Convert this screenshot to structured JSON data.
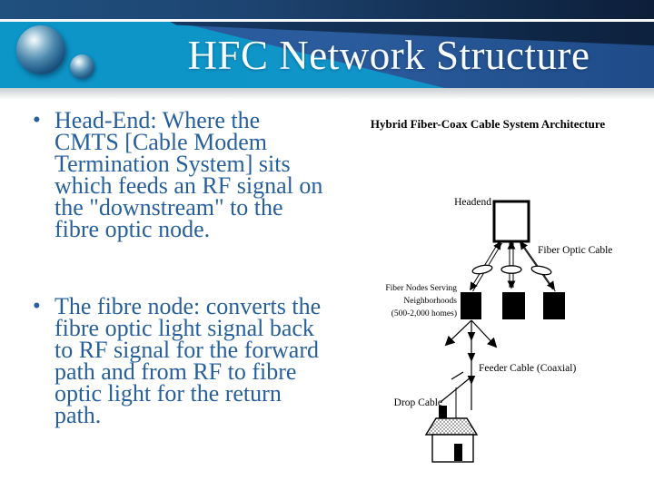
{
  "header": {
    "title": "HFC Network Structure"
  },
  "bullet_char": "•",
  "bullets": [
    {
      "lines": [
        "Head-End: Where the",
        "CMTS [Cable Modem",
        "Termination System] sits",
        "which feeds an RF signal on",
        "the \"downstream\" to the",
        "fibre optic node."
      ]
    },
    {
      "lines": [
        "The fibre node: converts the",
        "fibre optic light signal back",
        "to RF signal for the forward",
        "path and from RF to fibre",
        "optic light for the return",
        "path."
      ]
    }
  ],
  "diagram": {
    "title": "Hybrid Fiber-Coax Cable System Architecture",
    "labels": {
      "headend": "Headend",
      "fiber_optic_cable": "Fiber Optic Cable",
      "fiber_nodes_line1": "Fiber Nodes Serving",
      "fiber_nodes_line2": "Neighborhoods",
      "fiber_nodes_line3": "(500-2,000 homes)",
      "feeder_cable": "Feeder Cable (Coaxial)",
      "drop_cable": "Drop Cable"
    }
  },
  "colors": {
    "accent_text": "#265f9c",
    "banner_cyan": "#0c95c7",
    "banner_navy": "#2a5b9c",
    "topbar_navy_left": "#20507e",
    "topbar_navy_right": "#0d1e3a",
    "title_white": "#f7fcff"
  }
}
